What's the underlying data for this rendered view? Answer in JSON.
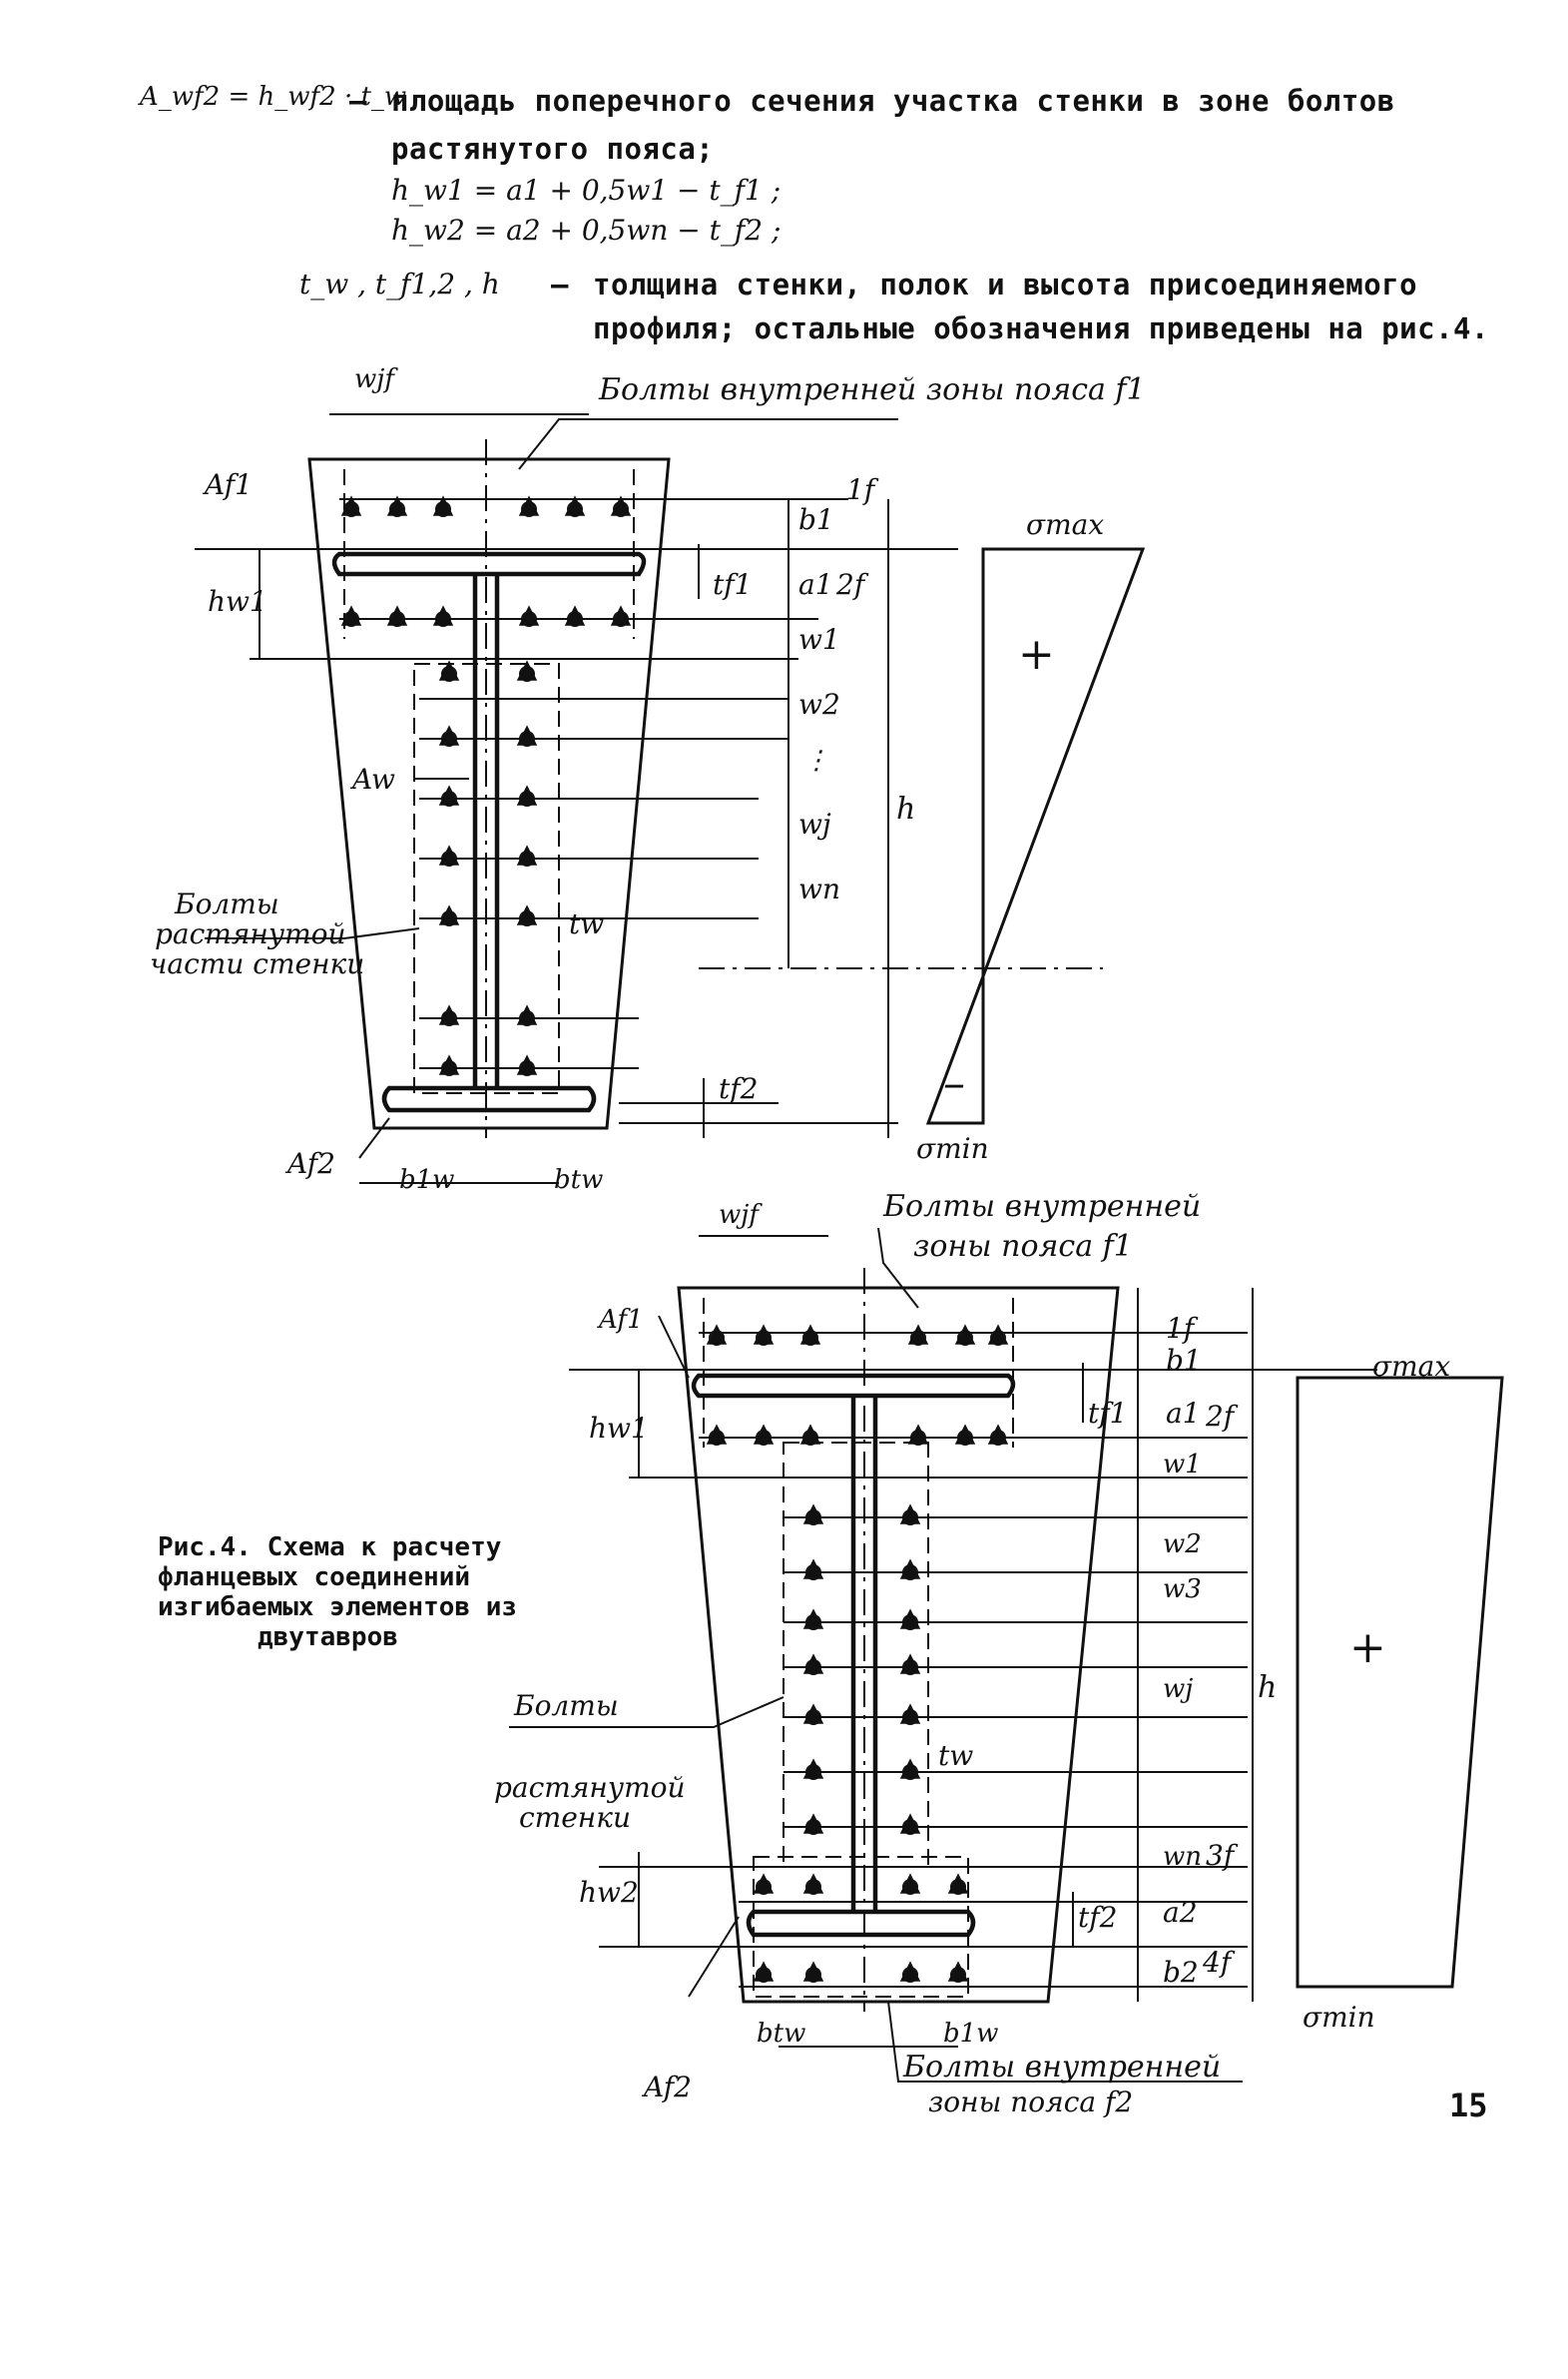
{
  "definitions": [
    {
      "lhs": "A_wf2 = h_wf2 · t_w",
      "dash": "–",
      "text_line1": "площадь поперечного сечения участка стенки в зоне болтов",
      "text_line2": "растянутого пояса;"
    },
    {
      "lhs": "t_w , t_f1,2 , h",
      "dash": "–",
      "text_line1": "толщина стенки, полок и высота присоединяемого",
      "text_line2": "профиля; остальные обозначения приведены на рис.4."
    }
  ],
  "formulas": [
    "h_w1 = a1 + 0,5w1 − t_f1 ;",
    "h_w2 = a2 + 0,5wn − t_f2 ;"
  ],
  "figure_top": {
    "callout_top": "Болты внутренней зоны пояса f1",
    "callout_side_line1": "Болты",
    "callout_side_line2": "растянутой",
    "callout_side_line3": "части стенки",
    "labels": {
      "af1": "Af1",
      "af2": "Af2",
      "aw": "Aw",
      "hw1": "hw1",
      "wjf": "wjf",
      "b1": "b1",
      "a1": "a1",
      "w1": "w1",
      "w2": "w2",
      "wj": "wj",
      "wn": "wn",
      "dots": "⋮",
      "h": "h",
      "tf1": "tf1",
      "tf2": "tf2",
      "tw": "tw",
      "b1w": "b1w",
      "btw": "btw",
      "one_f": "1f",
      "two_f": "2f",
      "sigma_max": "σmax",
      "sigma_min": "σmin",
      "plus": "+",
      "minus": "–"
    }
  },
  "figure_bottom": {
    "callout_top_line1": "Болты внутренней",
    "callout_top_line2": "зоны пояса f1",
    "callout_side_line1": "Болты",
    "callout_side_line2": "растянутой",
    "callout_side_line3": "стенки",
    "callout_bottom_line1": "Болты внутренней",
    "callout_bottom_line2": "зоны пояса f2",
    "labels": {
      "af1": "Af1",
      "af2": "Af2",
      "hw1": "hw1",
      "hw2": "hw2",
      "wjf": "wjf",
      "b1": "b1",
      "a1": "a1",
      "w1": "w1",
      "w2": "w2",
      "w3": "w3",
      "wj": "wj",
      "wn": "wn",
      "a2": "a2",
      "b2": "b2",
      "h": "h",
      "tf1": "tf1",
      "tf2": "tf2",
      "tw": "tw",
      "btw": "btw",
      "b1w": "b1w",
      "one_f": "1f",
      "two_f": "2f",
      "three_f": "3f",
      "four_f": "4f",
      "sigma_max": "σmax",
      "sigma_min": "σmin",
      "plus": "+"
    }
  },
  "caption": {
    "line1": "Рис.4. Схема к расчету",
    "line2": "фланцевых соединений",
    "line3": "изгибаемых элементов из",
    "line4": "двутавров"
  },
  "page_number": "15"
}
